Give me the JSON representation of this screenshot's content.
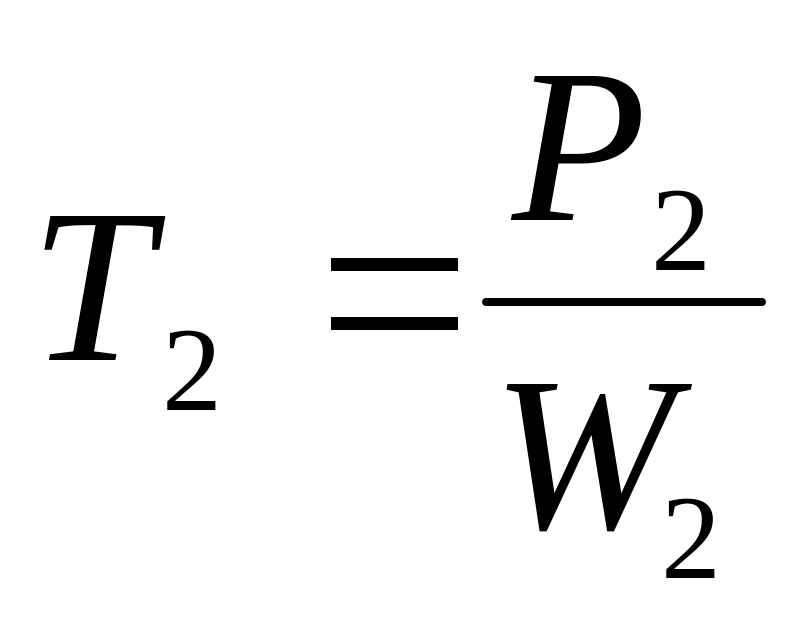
{
  "formula": {
    "lhs": {
      "symbol": "T",
      "subscript": "2"
    },
    "operator": "=",
    "numerator": {
      "symbol": "P",
      "subscript": "2"
    },
    "denominator": {
      "symbol": "W",
      "subscript": "2"
    }
  },
  "colors": {
    "ink": "#000000",
    "background": "#ffffff"
  }
}
